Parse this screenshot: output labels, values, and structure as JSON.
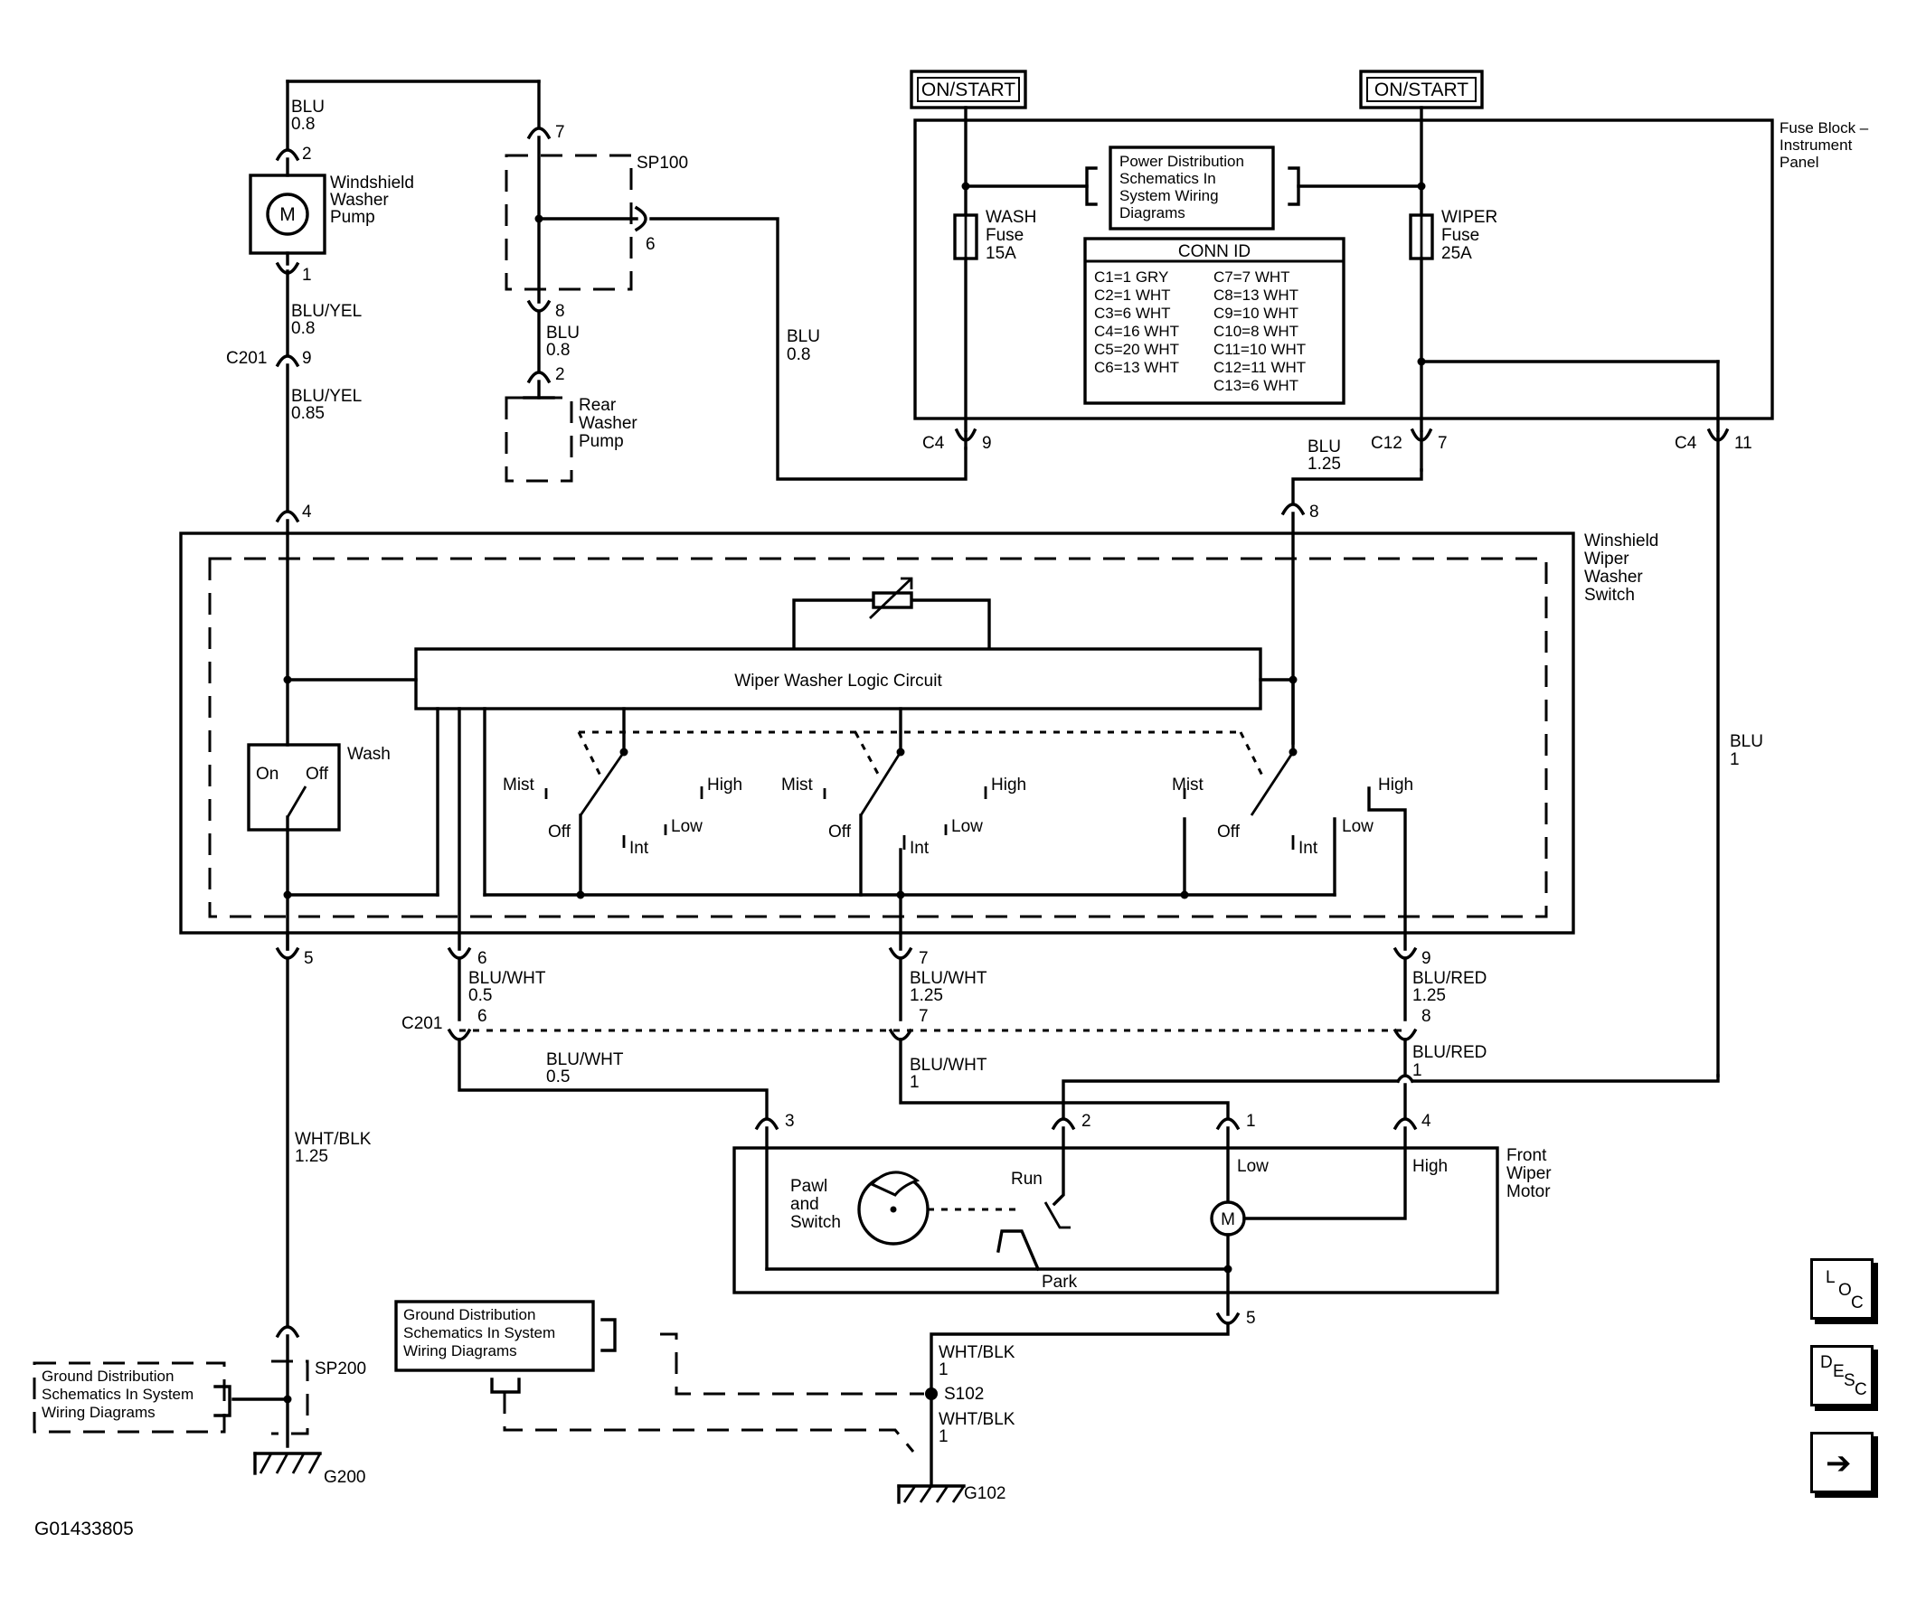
{
  "figure_id": "G01433805",
  "power": {
    "on_start_left": "ON/START",
    "on_start_right": "ON/START"
  },
  "fuse_block": {
    "label": [
      "Fuse Block –",
      "Instrument",
      "Panel"
    ],
    "power_dist": [
      "Power Distribution",
      "Schematics In",
      "System Wiring",
      "Diagrams"
    ],
    "wash_fuse": [
      "WASH",
      "Fuse",
      "15A"
    ],
    "wiper_fuse": [
      "WIPER",
      "Fuse",
      "25A"
    ],
    "conn_id_title": "CONN ID",
    "conn_id_left": [
      "C1=1 GRY",
      "C2=1 WHT",
      "C3=6 WHT",
      "C4=16 WHT",
      "C5=20 WHT",
      "C6=13 WHT"
    ],
    "conn_id_right": [
      "C7=7 WHT",
      "C8=13 WHT",
      "C9=10 WHT",
      "C10=8 WHT",
      "C11=10 WHT",
      "C12=11 WHT",
      "C13=6 WHT"
    ]
  },
  "washer_pump": {
    "label": [
      "Windshield",
      "Washer",
      "Pump"
    ],
    "motor": "M"
  },
  "rear_pump": {
    "label": [
      "Rear",
      "Washer",
      "Pump"
    ]
  },
  "switch": {
    "label": [
      "Winshield",
      "Wiper",
      "Washer",
      "Switch"
    ],
    "logic": "Wiper Washer Logic Circuit",
    "wash": "Wash",
    "on": "On",
    "off": "Off",
    "mist": "Mist",
    "high": "High",
    "low": "Low",
    "int": "Int",
    "off2": "Off"
  },
  "motor": {
    "label": [
      "Front",
      "Wiper",
      "Motor"
    ],
    "pawl": [
      "Pawl",
      "and",
      "Switch"
    ],
    "run": "Run",
    "park": "Park",
    "low": "Low",
    "high": "High",
    "m": "M"
  },
  "ground": {
    "left_box": [
      "Ground Distribution",
      "Schematics In System",
      "Wiring Diagrams"
    ],
    "center_box": [
      "Ground Distribution",
      "Schematics In System",
      "Wiring Diagrams"
    ],
    "g200": "G200",
    "g102": "G102",
    "sp200": "SP200",
    "s102": "S102"
  },
  "splices": {
    "sp100": "SP100"
  },
  "connectors": {
    "c201": "C201",
    "c4": "C4",
    "c12": "C12",
    "p2": "2",
    "p1": "1",
    "p9": "9",
    "p4": "4",
    "p5": "5",
    "p6": "6",
    "p7": "7",
    "p8": "8",
    "p3": "3",
    "p11": "11"
  },
  "wires": {
    "blu": "BLU",
    "g08": "0.8",
    "blu_yel": "BLU/YEL",
    "g085": "0.85",
    "g125": "1.25",
    "blu_wht": "BLU/WHT",
    "g05": "0.5",
    "blu_red": "BLU/RED",
    "wht_blk": "WHT/BLK",
    "g1": "1"
  },
  "nav": {
    "loc": [
      "L",
      "O",
      "C"
    ],
    "desc": [
      "D",
      "E",
      "S",
      "C"
    ],
    "next": "➔"
  }
}
